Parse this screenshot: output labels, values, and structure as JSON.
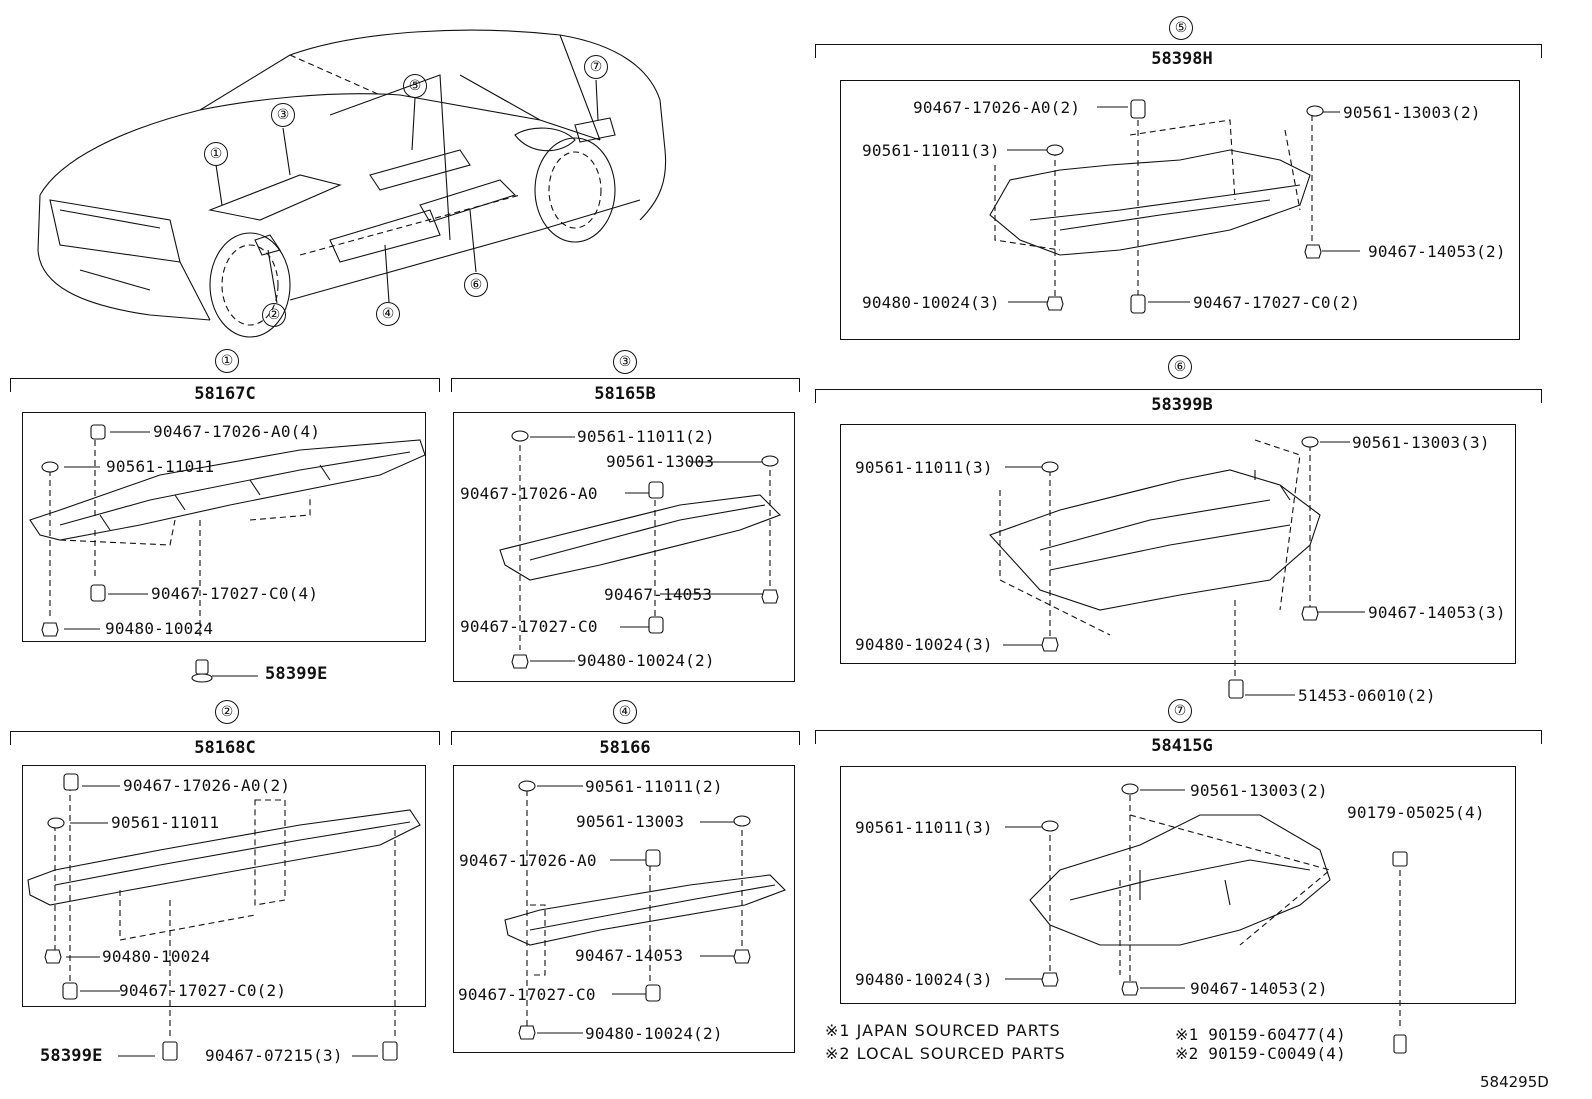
{
  "overview": {
    "callouts": [
      "①",
      "②",
      "③",
      "④",
      "⑤",
      "⑥",
      "⑦"
    ]
  },
  "groups": {
    "g1": {
      "marker": "①",
      "part_no": "58167C",
      "fasteners": [
        "90467-17026-A0(4)",
        "90561-11011",
        "90467-17027-C0(4)",
        "90480-10024"
      ],
      "external": "58399E"
    },
    "g2": {
      "marker": "②",
      "part_no": "58168C",
      "fasteners": [
        "90467-17026-A0(2)",
        "90561-11011",
        "90480-10024",
        "90467-17027-C0(2)"
      ],
      "external": [
        "58399E",
        "90467-07215(3)"
      ]
    },
    "g3": {
      "marker": "③",
      "part_no": "58165B",
      "fasteners": [
        "90561-11011(2)",
        "90561-13003",
        "90467-17026-A0",
        "90467-14053",
        "90467-17027-C0",
        "90480-10024(2)"
      ]
    },
    "g4": {
      "marker": "④",
      "part_no": "58166",
      "fasteners": [
        "90561-11011(2)",
        "90561-13003",
        "90467-17026-A0",
        "90467-14053",
        "90467-17027-C0",
        "90480-10024(2)"
      ]
    },
    "g5": {
      "marker": "⑤",
      "part_no": "58398H",
      "fasteners": [
        "90467-17026-A0(2)",
        "90561-13003(2)",
        "90561-11011(3)",
        "90467-14053(2)",
        "90480-10024(3)",
        "90467-17027-C0(2)"
      ]
    },
    "g6": {
      "marker": "⑥",
      "part_no": "58399B",
      "fasteners": [
        "90561-13003(3)",
        "90561-11011(3)",
        "90467-14053(3)",
        "90480-10024(3)"
      ],
      "external": "51453-06010(2)"
    },
    "g7": {
      "marker": "⑦",
      "part_no": "58415G",
      "fasteners": [
        "90561-13003(2)",
        "90179-05025(4)",
        "90561-11011(3)",
        "90480-10024(3)",
        "90467-14053(2)"
      ]
    }
  },
  "notes": {
    "n1": "※1 JAPAN SOURCED PARTS",
    "n2": "※2 LOCAL SOURCED PARTS",
    "p1": "※1 90159-60477(4)",
    "p2": "※2 90159-C0049(4)"
  },
  "diagram_id": "584295D"
}
